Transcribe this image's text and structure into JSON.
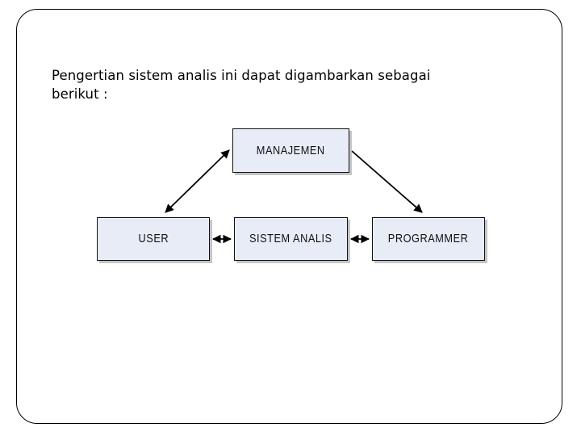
{
  "slide": {
    "background_color": "#ffffff",
    "frame_color": "#000000",
    "heading": "Pengertian sistem analis ini dapat digambarkan sebagai\nberikut :"
  },
  "diagram": {
    "node_fill_color": "#e8ecf6",
    "node_border_color": "#111111",
    "nodes": [
      {
        "id": "manajemen",
        "label": "MANAJEMEN"
      },
      {
        "id": "user",
        "label": "USER"
      },
      {
        "id": "sistem-analis",
        "label": "SISTEM ANALIS"
      },
      {
        "id": "programmer",
        "label": "PROGRAMMER"
      }
    ],
    "connectors": [
      {
        "id": "manajemen-user",
        "from": "manajemen",
        "to": "user",
        "style": "double-headed-diagonal"
      },
      {
        "id": "manajemen-programmer",
        "from": "manajemen",
        "to": "programmer",
        "style": "single-headed-diagonal"
      },
      {
        "id": "user-sistem-analis",
        "from": "user",
        "to": "sistem-analis",
        "style": "double-headed-horizontal"
      },
      {
        "id": "sistem-analis-programmer",
        "from": "sistem-analis",
        "to": "programmer",
        "style": "double-headed-horizontal"
      }
    ]
  }
}
